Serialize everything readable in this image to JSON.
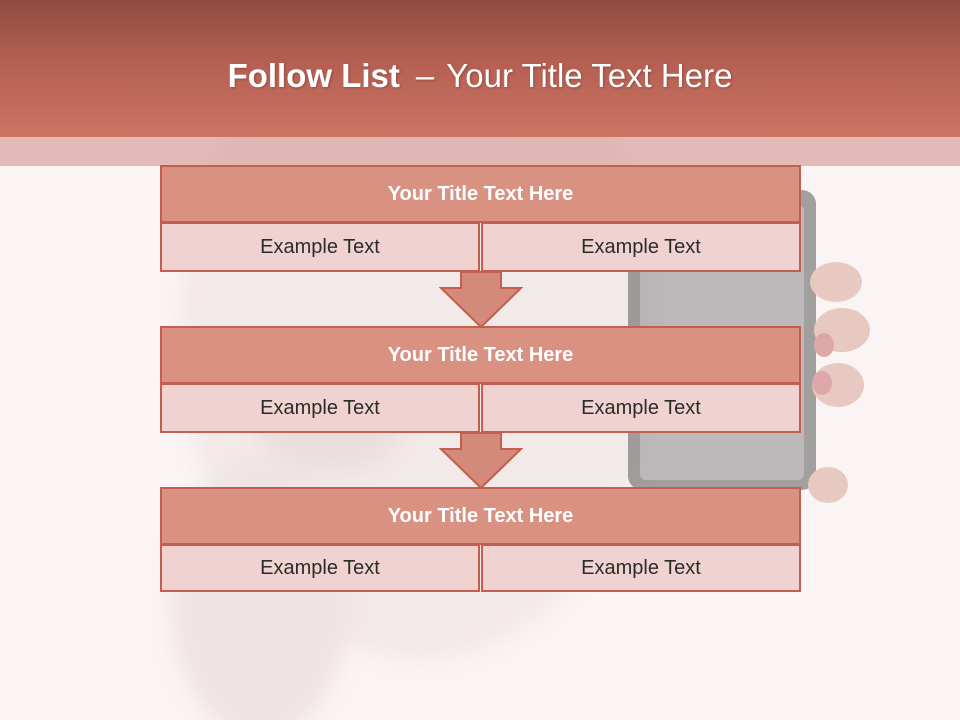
{
  "slide": {
    "title_bold": "Follow List",
    "title_sep": "–",
    "title_rest": "Your Title Text Here"
  },
  "steps": [
    {
      "title": "Your Title Text Here",
      "left": "Example Text",
      "right": "Example Text"
    },
    {
      "title": "Your Title Text Here",
      "left": "Example Text",
      "right": "Example Text"
    },
    {
      "title": "Your Title Text Here",
      "left": "Example Text",
      "right": "Example Text"
    }
  ],
  "colors": {
    "header_top": "#8f4c42",
    "header_bottom": "#cd7563",
    "box_border": "#c45e4e",
    "title_fill": "#d99282",
    "cell_fill": "#f0d3d1",
    "arrow_fill": "#d48a7a"
  }
}
